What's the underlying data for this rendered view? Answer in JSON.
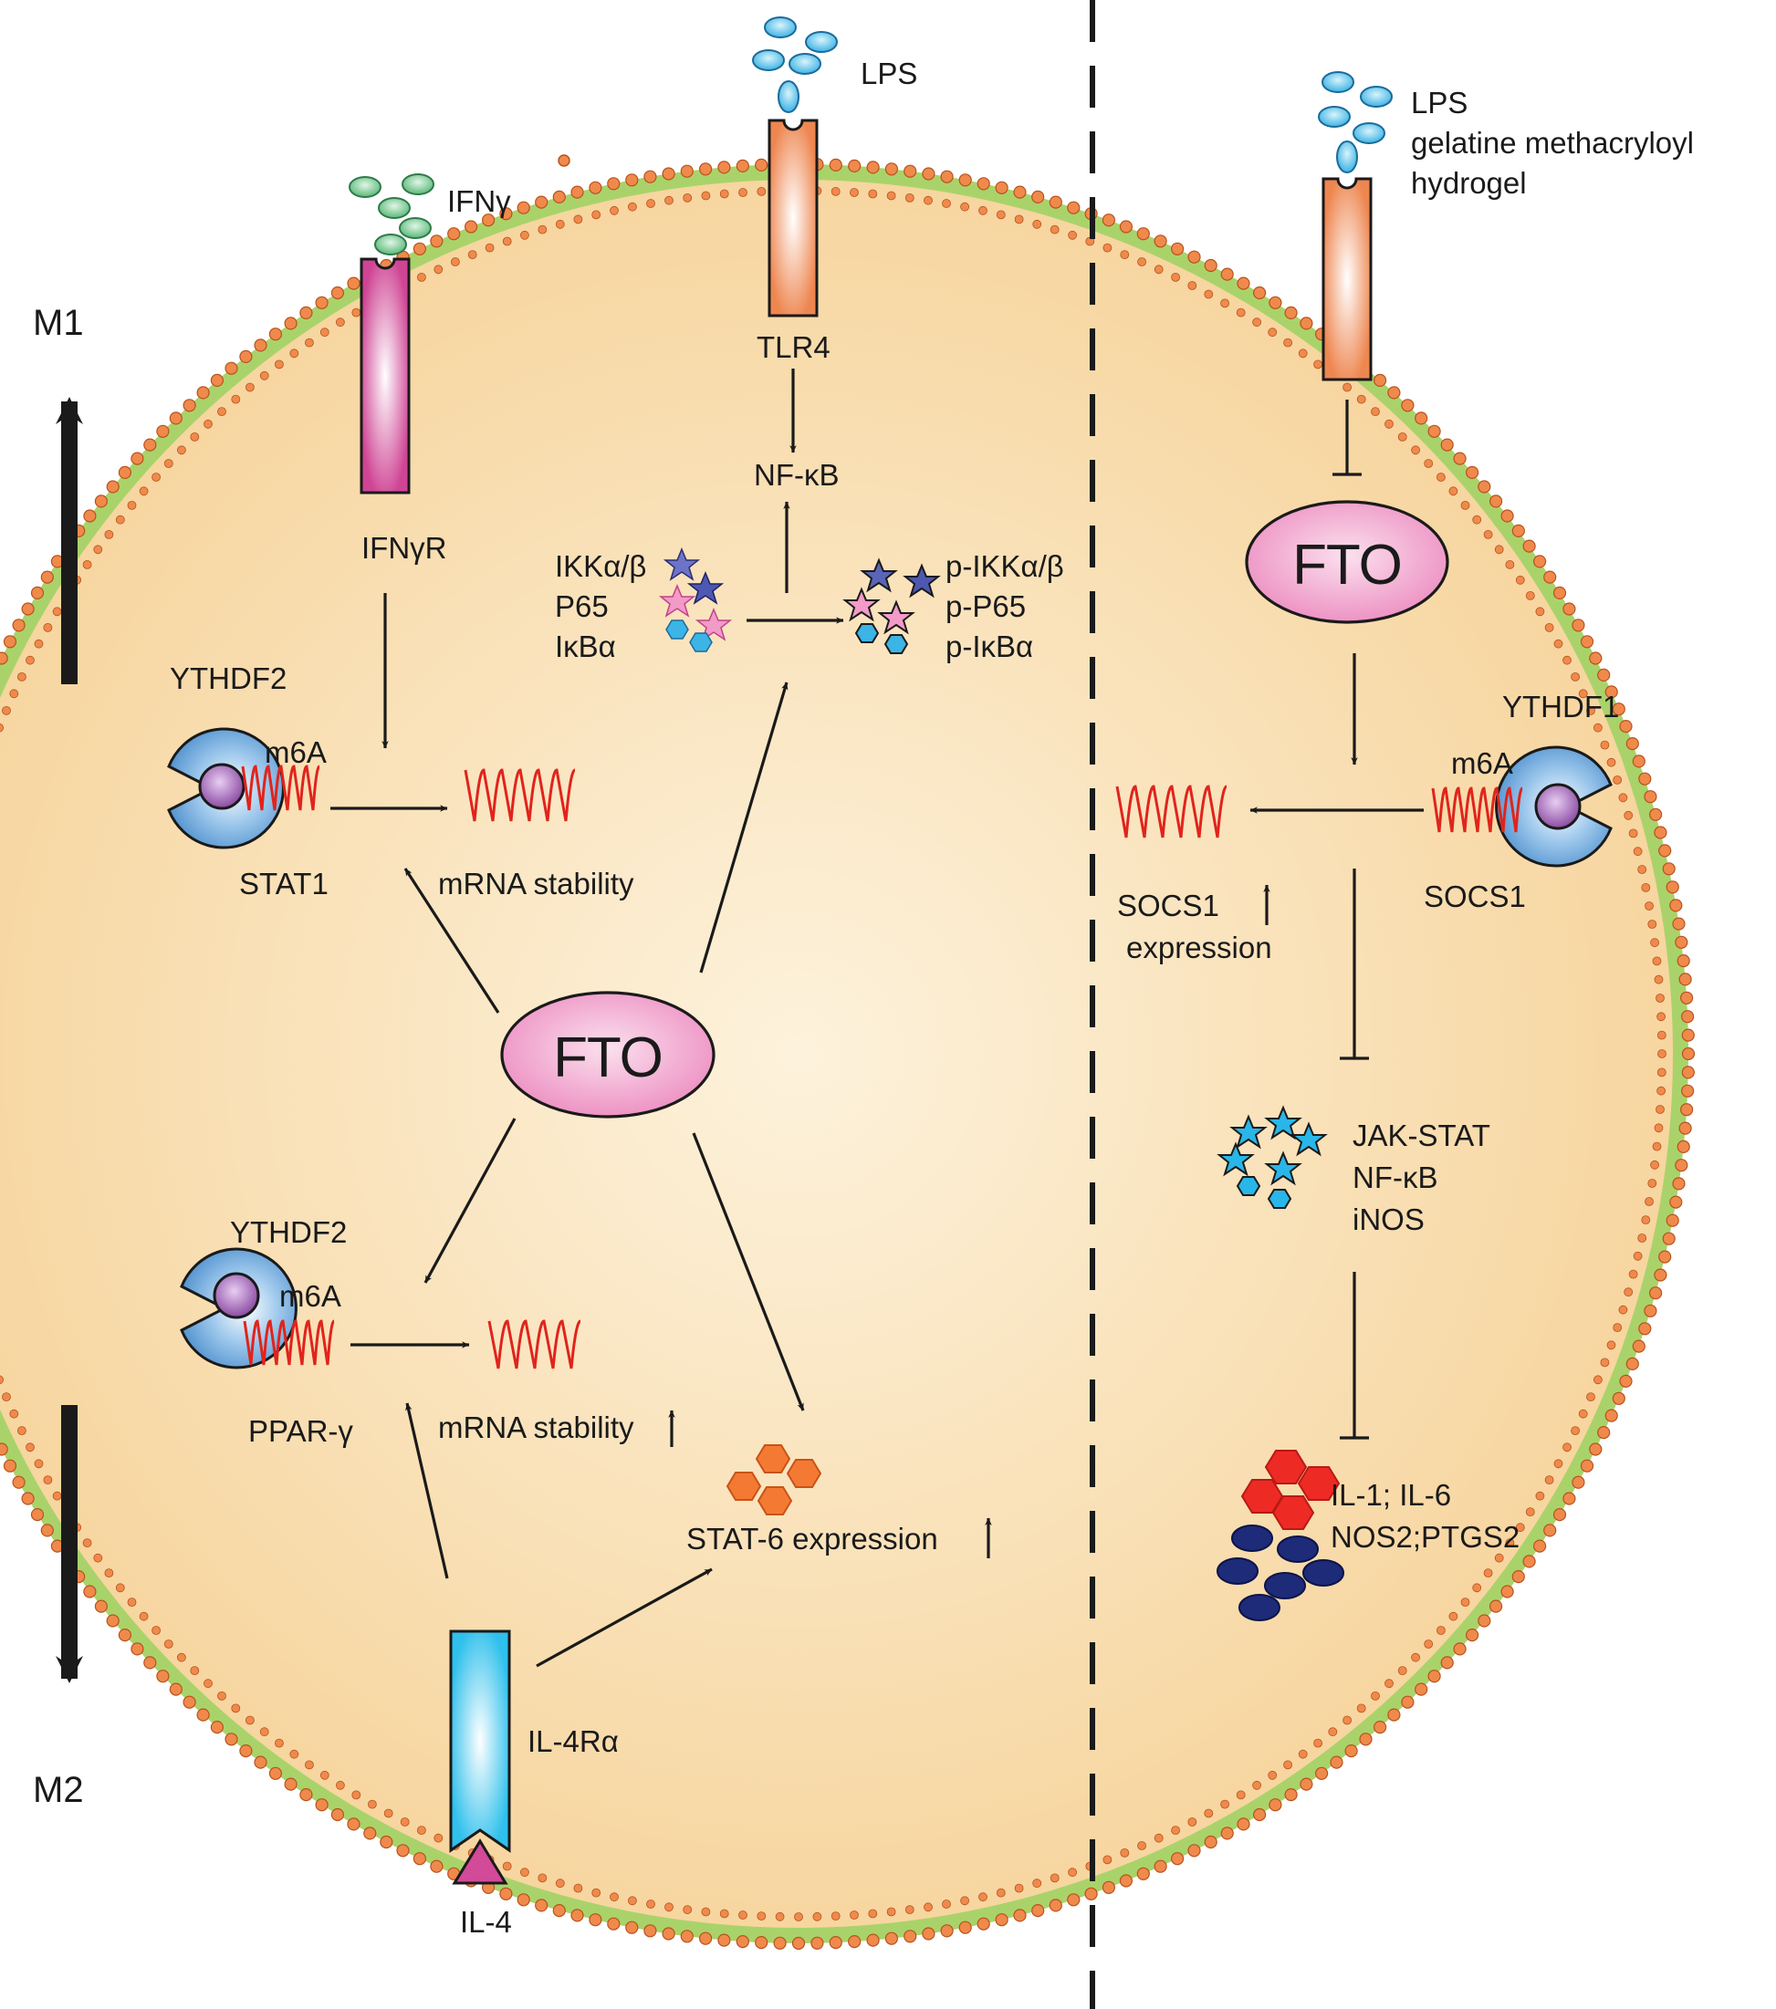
{
  "colors": {
    "cell": "#f6d8a0",
    "membrane_bead": "#ef8a4c",
    "membrane_rim": "#a9d36a",
    "fto": "#ee92c2",
    "ythdf": "#6aa8dc",
    "m6a": "#9c5ab0",
    "mrna": "#e0241c",
    "ifngr": "#d24a98",
    "tlr4": "#f08c54",
    "il4ra": "#3ec6ee",
    "stat6_hex": "#f47a34",
    "il_hex": "#ee2a24",
    "navy": "#1d2b78"
  },
  "labels": {
    "m1": "M1",
    "m2": "M2",
    "ifng": "IFNγ",
    "ifngr": "IFNγR",
    "lps_left": "LPS",
    "tlr4": "TLR4",
    "nfkb_top": "NF-κB",
    "ikk": "IKKα/β",
    "p65": "P65",
    "ikba": "IκBα",
    "p_ikk": "p-IKKα/β",
    "p_p65": "p-P65",
    "p_ikba": "p-IκBα",
    "ythdf2_top": "YTHDF2",
    "m6a_top": "m6A",
    "stat1": "STAT1",
    "mrna_stability_top": "mRNA stability",
    "fto_center": "FTO",
    "ythdf2_bottom": "YTHDF2",
    "m6a_bottom": "m6A",
    "pparg": "PPAR-γ",
    "mrna_stability_bottom": "mRNA stability",
    "stat6_expression": "STAT-6 expression",
    "il4ra": "IL-4Rα",
    "il4": "IL-4",
    "lps_right_1": "LPS",
    "lps_right_2": "gelatine methacryloyl",
    "lps_right_3": "hydrogel",
    "fto_right": "FTO",
    "ythdf1": "YTHDF1",
    "m6a_right": "m6A",
    "socs1_right": "SOCS1",
    "socs1_expression_1": "SOCS1",
    "socs1_expression_2": "expression",
    "jak_stat": "JAK-STAT",
    "nfkb_right": "NF-κB",
    "inos": "iNOS",
    "il1_il6": "IL-1;  IL-6",
    "nos2_ptgs2": "NOS2;PTGS2"
  }
}
